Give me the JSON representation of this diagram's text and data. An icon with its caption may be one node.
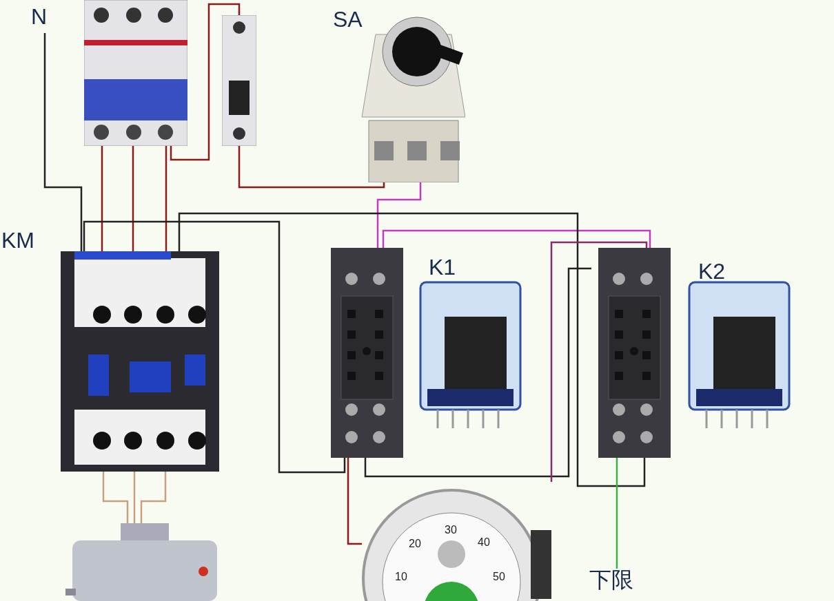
{
  "diagram": {
    "nodes": [
      {
        "text": [
          "N"
        ]
      },
      {
        "text": [],
        "shape": "picture"
      },
      {
        "text": [],
        "shape": "picture"
      },
      {
        "text": [],
        "shape": "picture",
        "beside": [
          "SA"
        ]
      },
      {
        "text": [],
        "shape": "picture",
        "beside": [
          "KM"
        ]
      },
      {
        "text": [],
        "shape": "picture"
      },
      {
        "text": [],
        "shape": "picture",
        "beside": [
          "K1"
        ]
      },
      {
        "text": [],
        "shape": "picture"
      },
      {
        "text": [],
        "shape": "picture",
        "beside": [
          "K2"
        ]
      },
      {
        "text": [],
        "shape": "picture"
      },
      {
        "text": [],
        "shape": "picture"
      },
      {
        "text": [
          "下限"
        ]
      }
    ],
    "edges": [
      {
        "from": 0,
        "to": 4,
        "arrow": "none",
        "color": "#222222"
      },
      {
        "from": 1,
        "to": 4,
        "arrow": "none",
        "color": "#8b1a1a"
      },
      {
        "from": 1,
        "to": 4,
        "arrow": "none",
        "color": "#8b1a1a"
      },
      {
        "from": 1,
        "to": 4,
        "arrow": "none",
        "color": "#8b1a1a"
      },
      {
        "from": 1,
        "to": 2,
        "arrow": "none",
        "color": "#8b1a1a"
      },
      {
        "from": 2,
        "to": 3,
        "arrow": "none",
        "color": "#8b1a1a"
      },
      {
        "from": 3,
        "to": 5,
        "arrow": "none",
        "color": "#c03cc0"
      },
      {
        "from": 5,
        "to": 7,
        "arrow": "none",
        "color": "#c03cc0"
      },
      {
        "from": 4,
        "to": 5,
        "arrow": "none",
        "color": "#222222"
      },
      {
        "from": 4,
        "to": 7,
        "arrow": "none",
        "color": "#222222"
      },
      {
        "from": 5,
        "to": 7,
        "arrow": "none",
        "color": "#222222"
      },
      {
        "from": 5,
        "to": 10,
        "arrow": "none",
        "color": "#8b1a1a"
      },
      {
        "from": 7,
        "to": 10,
        "arrow": "none",
        "color": "#8a2a6a"
      },
      {
        "from": 7,
        "to": 11,
        "arrow": "none",
        "color": "#3cb043"
      },
      {
        "from": 4,
        "to": 9,
        "arrow": "none",
        "color": "#c8a080"
      },
      {
        "from": 4,
        "to": 9,
        "arrow": "none",
        "color": "#c8a080"
      },
      {
        "from": 4,
        "to": 9,
        "arrow": "none",
        "color": "#c8a080"
      }
    ],
    "labels": [
      "20",
      "30",
      "40",
      "10",
      "50"
    ]
  }
}
